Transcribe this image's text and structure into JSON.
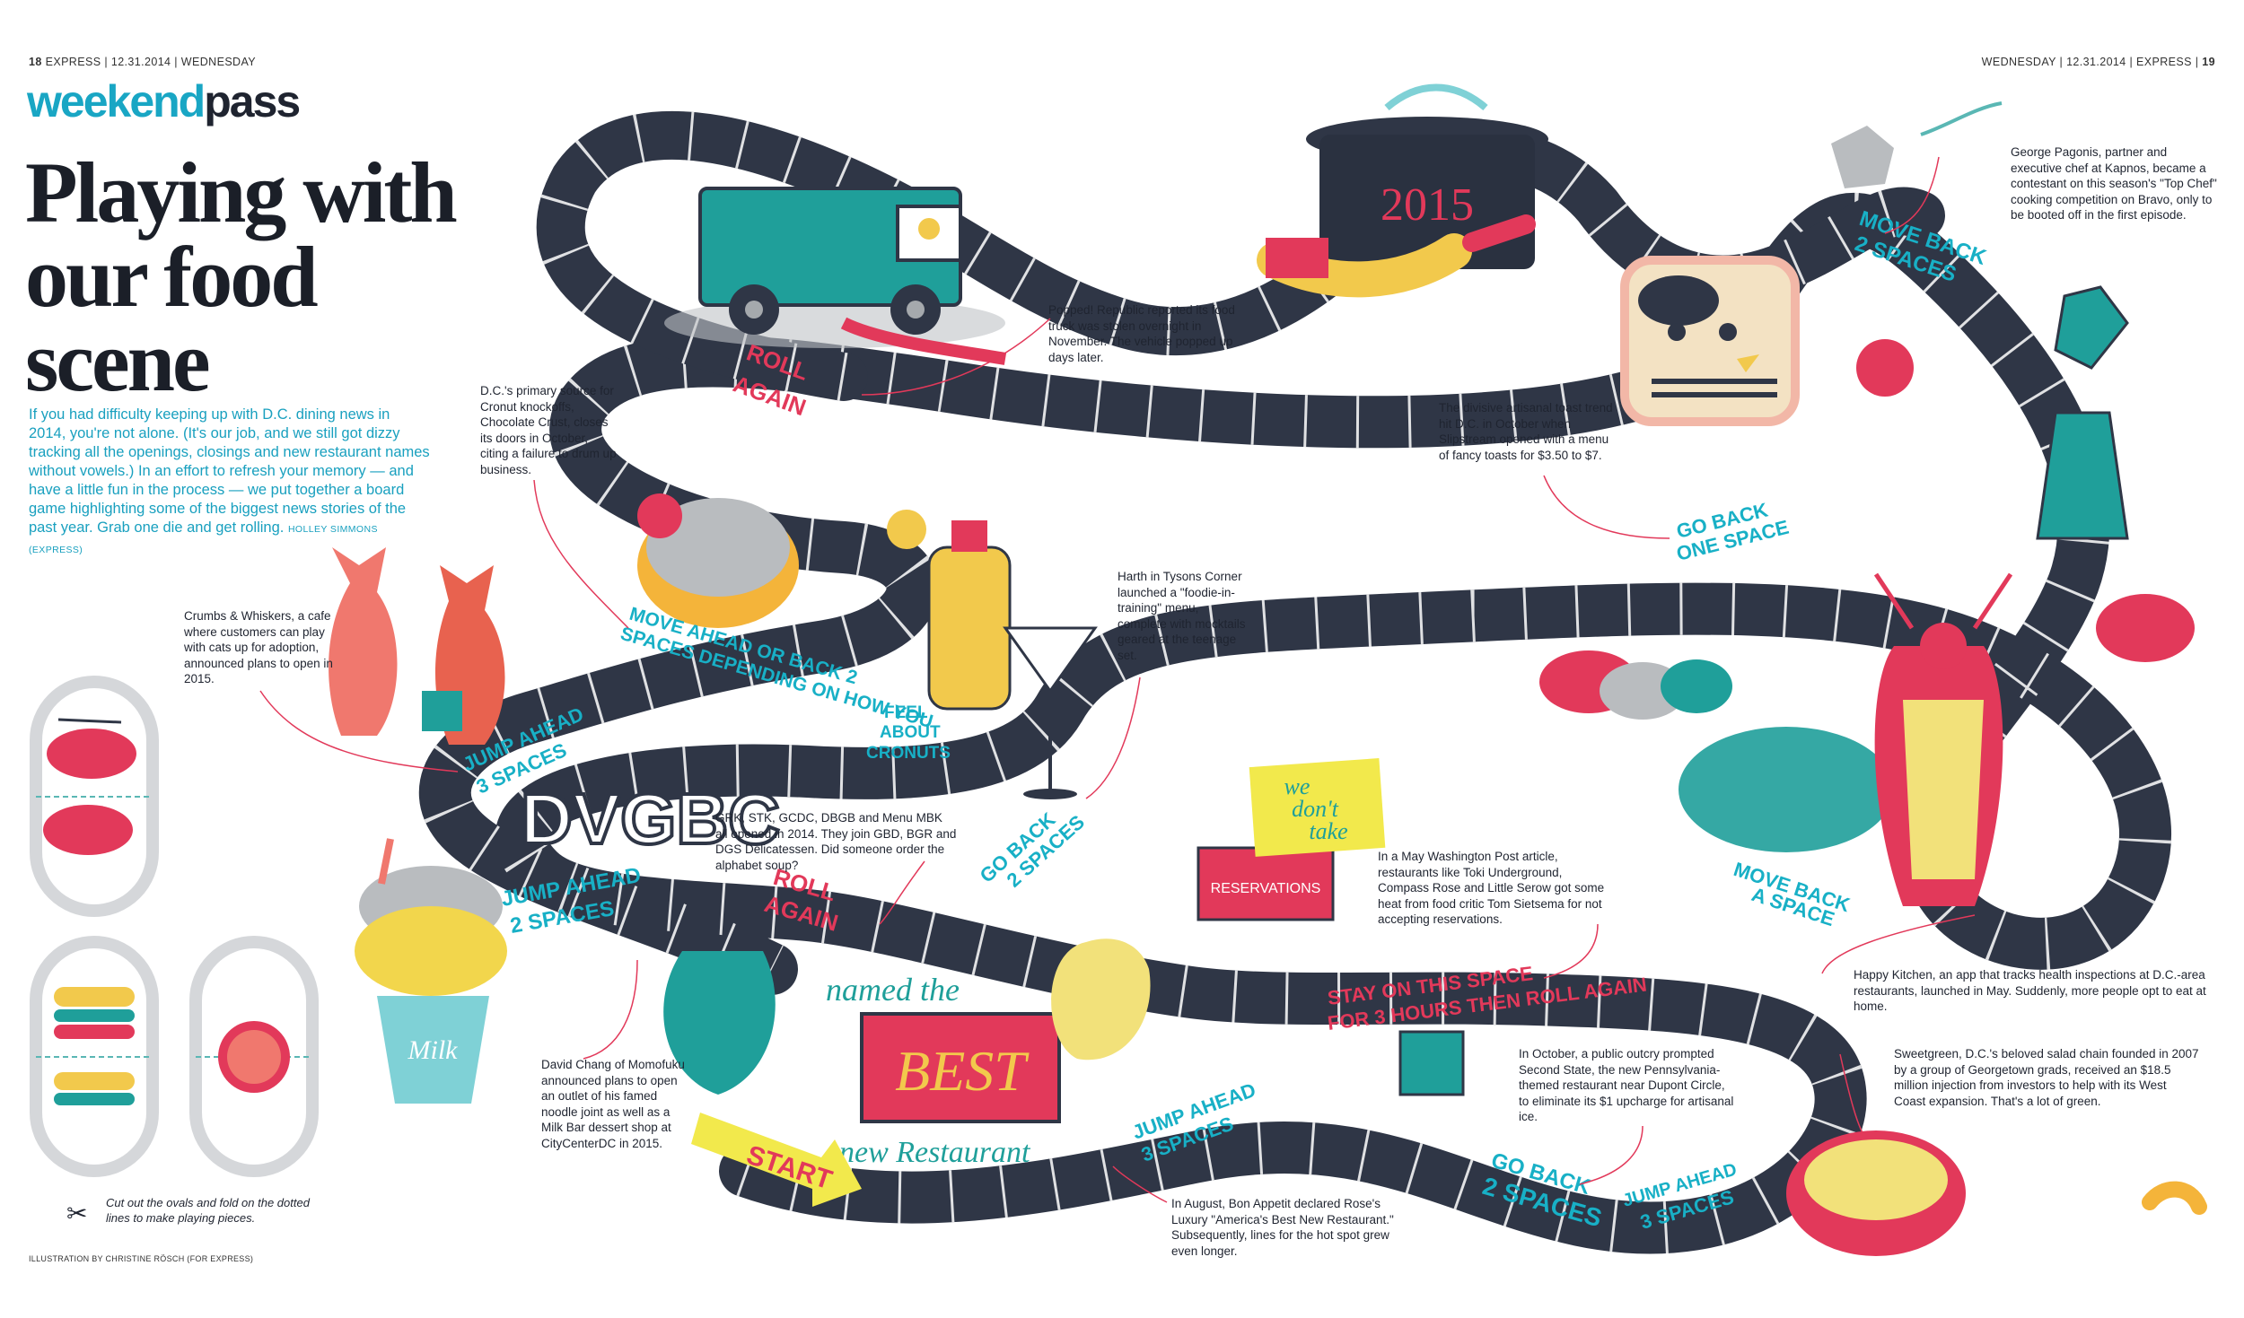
{
  "folio": {
    "left_page": "18",
    "left_text": "EXPRESS | 12.31.2014 | WEDNESDAY",
    "right_text": "WEDNESDAY | 12.31.2014 | EXPRESS |",
    "right_page": "19"
  },
  "section": {
    "logo_a": "weekend",
    "logo_b": "pass"
  },
  "headline": "Playing with our food scene",
  "dek": {
    "body": "If you had difficulty keeping up with D.C. dining news in 2014, you're not alone. (It's our job, and we still got dizzy tracking all the openings, closings and new restaurant names without vowels.) In an effort to refresh your memory — and have a little fun in the process — we put together a board game highlighting some of the biggest news stories of the past year. Grab one die and get rolling.",
    "byline": "HOLLEY SIMMONS (EXPRESS)"
  },
  "captions": {
    "popped": "Popped! Republic reported its food truck was stolen overnight in November. The vehicle popped up days later.",
    "chocolate": "D.C.'s primary source for Cronut knockoffs, Chocolate Crust, closes its doors in October, citing a failure to drum up business.",
    "crumbs": "Crumbs & Whiskers, a cafe where customers can play with cats up for adoption, announced plans to open in 2015.",
    "harth": "Harth in Tysons Corner launched a \"foodie-in-training\" menu, complete with mocktails geared at the teenage set.",
    "alphabet": "GRK, STK, GCDC, DBGB and Menu MBK all opened in 2014. They join GBD, BGR and DGS Delicatessen. Did someone order the alphabet soup?",
    "toast": "The divisive artisanal toast trend hit D.C. in October when Slipstream opened with a menu of fancy toasts for $3.50 to $7.",
    "pagonis": "George Pagonis, partner and executive chef at Kapnos, became a contestant on this season's \"Top Chef\" cooking competition on Bravo, only to be booted off in the first episode.",
    "reservations": "In a May Washington Post article, restaurants like Toki Underground, Compass Rose and Little Serow got some heat from food critic Tom Sietsema for not accepting reservations.",
    "happy": "Happy Kitchen, an app that tracks health inspections at D.C.-area restaurants, launched in May. Suddenly, more people opt to eat at home.",
    "chang": "David Chang of Momofuku announced plans to open an outlet of his famed noodle joint as well as a Milk Bar dessert shop at CityCenterDC in 2015.",
    "second_state": "In October, a public outcry prompted Second State, the new Pennsylvania-themed restaurant near Dupont Circle, to eliminate its $1 upcharge for artisanal ice.",
    "sweetgreen": "Sweetgreen, D.C.'s beloved salad chain founded in 2007 by a group of Georgetown grads, received an $18.5 million injection from investors to help with its West Coast expansion. That's a lot of green.",
    "bon_appetit": "In August, Bon Appetit declared Rose's Luxury \"America's Best New Restaurant.\" Subsequently, lines for the hot spot grew even longer."
  },
  "board_labels": {
    "roll_again_1a": "ROLL",
    "roll_again_1b": "AGAIN",
    "move_back_2a": "MOVE BACK",
    "move_back_2b": "2 SPACES",
    "go_back_one_a": "GO BACK",
    "go_back_one_b": "ONE SPACE",
    "move_ahead_a": "MOVE AHEAD OR BACK 2",
    "move_ahead_b": "SPACES DEPENDING ON HOW YOU",
    "move_ahead_c": "FEEL",
    "move_ahead_d": "ABOUT",
    "move_ahead_e": "CRONUTS",
    "jump_3a": "JUMP AHEAD",
    "jump_3b": "3 SPACES",
    "jump_2a": "JUMP AHEAD",
    "jump_2b": "2 SPACES",
    "roll_again_2a": "ROLL",
    "roll_again_2b": "AGAIN",
    "go_back_2a": "GO BACK",
    "go_back_2b": "2 SPACES",
    "move_back_space_a": "MOVE BACK",
    "move_back_space_b": "A SPACE",
    "stay_a": "STAY ON THIS SPACE",
    "stay_b": "FOR 3 HOURS THEN ROLL AGAIN",
    "jump_3c": "JUMP AHEAD",
    "jump_3d": "3 SPACES",
    "go_back_2c": "GO BACK",
    "go_back_2d": "2 SPACES",
    "jump_3e": "JUMP AHEAD",
    "jump_3f": "3 SPACES",
    "start": "START",
    "named_a": "named the",
    "named_b": "BEST",
    "named_c": "new Restaurant",
    "pot_year": "2015",
    "note_a": "we",
    "note_b": "don't",
    "note_c": "take",
    "reservations_sign": "RESERVATIONS",
    "dvgbc": "DVGBC",
    "milk": "Milk"
  },
  "cut_note": "Cut out the ovals and fold on the dotted lines to make playing pieces.",
  "credit": "ILLUSTRATION BY CHRISTINE RÖSCH (FOR EXPRESS)"
}
